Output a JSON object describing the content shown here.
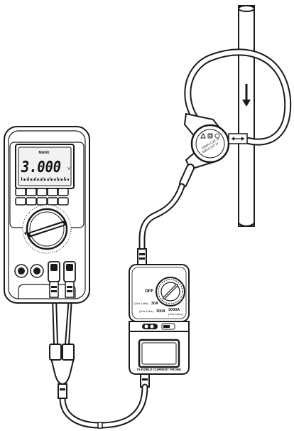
{
  "multimeter": {
    "mode_label": "MANU",
    "reading": "3.000",
    "unit": "V"
  },
  "probe": {
    "off_label": "OFF",
    "range_30_label": "30A",
    "range_30_note": "(1Hz-1kHz)",
    "range_300_label": "300A",
    "range_300_note": "(1Hz-1kHz)",
    "range_3000_label": "3000A",
    "range_3000_note": "(1Hz-1kHz)",
    "model_label": "FLEXIBLE CURRENT PROBE"
  },
  "clamp": {
    "rating_line1": "1000V CAT III",
    "rating_line2": "600V CAT IV"
  },
  "icons": [
    "warning-icon",
    "double-insulation-icon",
    "current-arrow-icon",
    "clamp-direction-arrows-icon"
  ],
  "colors": {
    "outline": "#1a1a1a",
    "lcd": "#f2f2f2",
    "body": "#ffffff"
  }
}
